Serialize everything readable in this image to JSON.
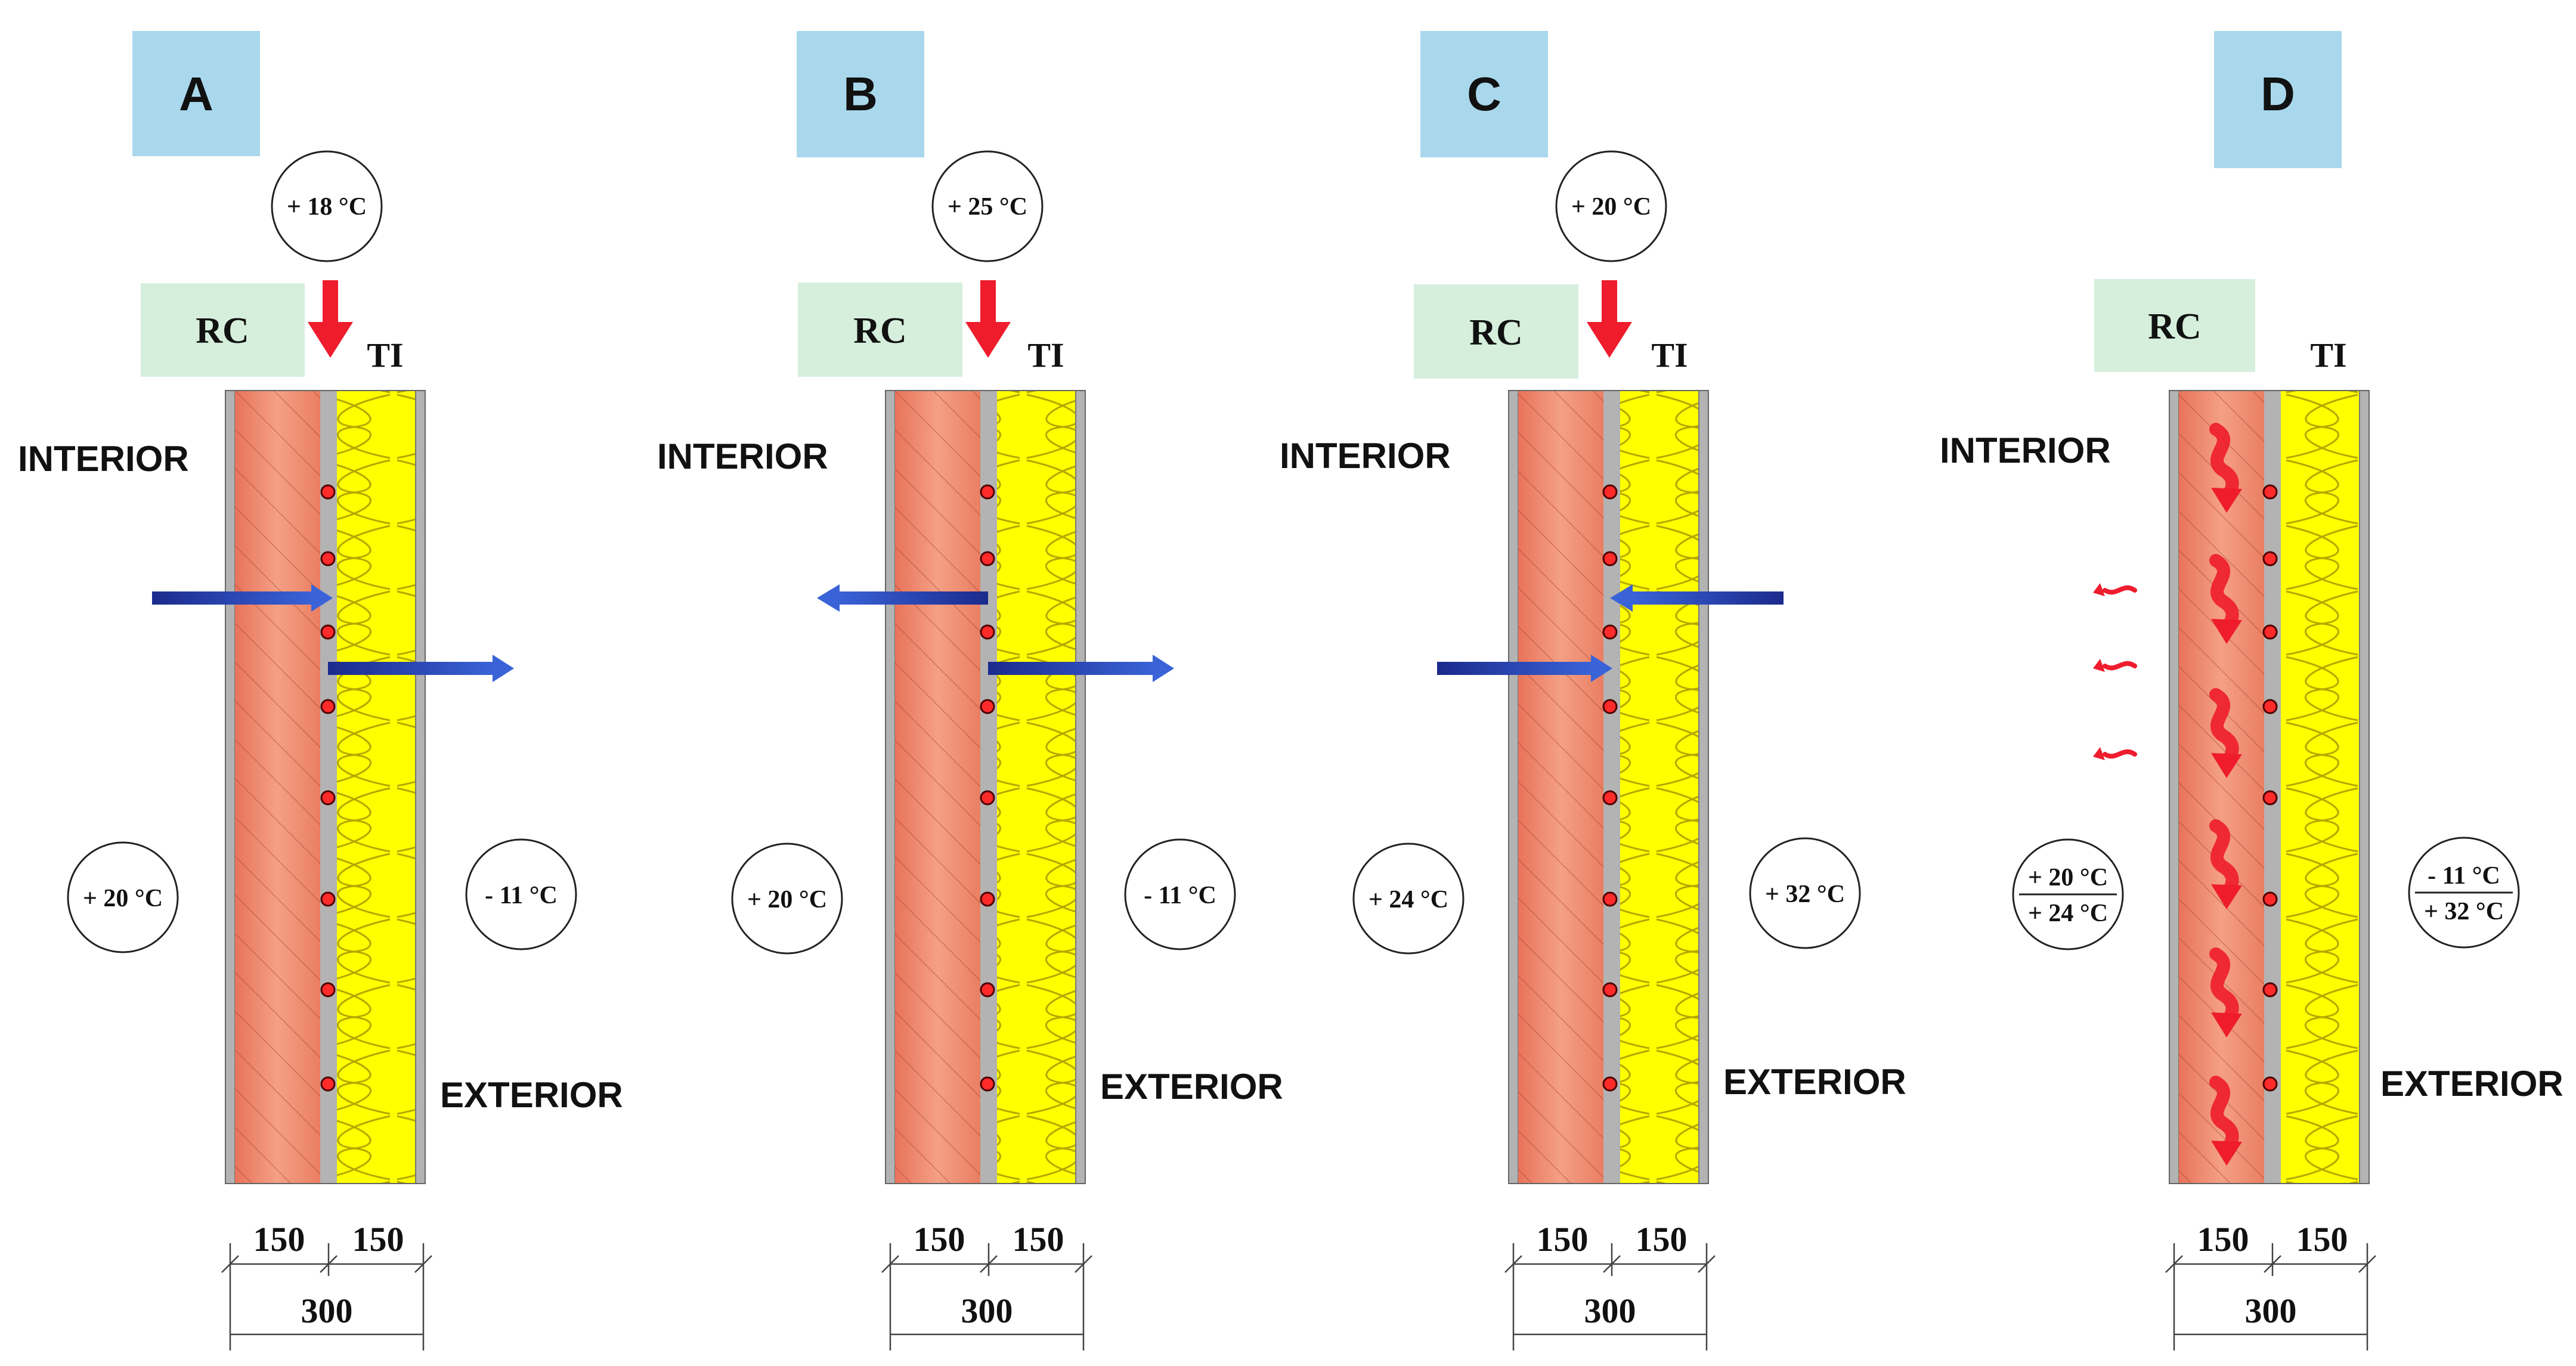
{
  "colors": {
    "label_box": "#a9d8ec",
    "rc_box": "#d6efdc",
    "concrete": "#f08c70",
    "concrete_dark": "#e4694d",
    "insulation": "#ffff00",
    "insulation_line": "#b5a800",
    "layer_gray": "#b3b3b3",
    "flow_arrow": "#2f4fc8",
    "flow_arrow_dark": "#1b2a8c",
    "heat_arrow": "#ee1c2c",
    "sensor_fill": "#ff2a2a",
    "sensor_stroke": "#4d0000"
  },
  "icons": [
    "red-down-arrow-icon",
    "blue-flow-arrow-icon",
    "heat-wave-icon",
    "sensor-dot-icon"
  ],
  "panels": [
    {
      "id": "A",
      "label": "A",
      "top_temp": "+ 18 °C",
      "rc_label": "RC",
      "ti_label": "TI",
      "interior_label": "INTERIOR",
      "exterior_label": "EXTERIOR",
      "interior_temp": "+ 20 °C",
      "exterior_temp": "- 11 °C",
      "dims": {
        "rc": "150",
        "ti": "150",
        "total": "300"
      }
    },
    {
      "id": "B",
      "label": "B",
      "top_temp": "+ 25 °C",
      "rc_label": "RC",
      "ti_label": "TI",
      "interior_label": "INTERIOR",
      "exterior_label": "EXTERIOR",
      "interior_temp": "+ 20 °C",
      "exterior_temp": "- 11 °C",
      "dims": {
        "rc": "150",
        "ti": "150",
        "total": "300"
      }
    },
    {
      "id": "C",
      "label": "C",
      "top_temp": "+ 20 °C",
      "rc_label": "RC",
      "ti_label": "TI",
      "interior_label": "INTERIOR",
      "exterior_label": "EXTERIOR",
      "interior_temp": "+ 24 °C",
      "exterior_temp": "+ 32 °C",
      "dims": {
        "rc": "150",
        "ti": "150",
        "total": "300"
      }
    },
    {
      "id": "D",
      "label": "D",
      "top_temp": "",
      "rc_label": "RC",
      "ti_label": "TI",
      "interior_label": "INTERIOR",
      "exterior_label": "EXTERIOR",
      "interior_temp_top": "+ 20 °C",
      "interior_temp_bottom": "+ 24 °C",
      "exterior_temp_top": "- 11 °C",
      "exterior_temp_bottom": "+ 32 °C",
      "dims": {
        "rc": "150",
        "ti": "150",
        "total": "300"
      }
    }
  ]
}
